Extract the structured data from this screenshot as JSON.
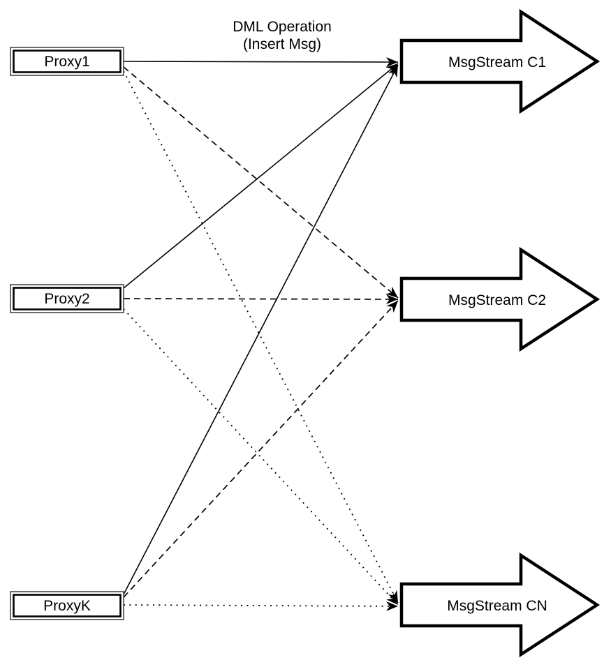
{
  "diagram": {
    "edge_label": {
      "line1": "DML Operation",
      "line2": "(Insert Msg)"
    },
    "proxies": [
      {
        "label": "Proxy1"
      },
      {
        "label": "Proxy2"
      },
      {
        "label": "ProxyK"
      }
    ],
    "streams": [
      {
        "label": "MsgStream C1"
      },
      {
        "label": "MsgStream C2"
      },
      {
        "label": "MsgStream CN"
      }
    ],
    "connections": [
      {
        "from": "Proxy1",
        "to": "MsgStream C1",
        "style": "solid"
      },
      {
        "from": "Proxy1",
        "to": "MsgStream C2",
        "style": "dashed"
      },
      {
        "from": "Proxy1",
        "to": "MsgStream CN",
        "style": "dotted"
      },
      {
        "from": "Proxy2",
        "to": "MsgStream C1",
        "style": "solid"
      },
      {
        "from": "Proxy2",
        "to": "MsgStream C2",
        "style": "dashed"
      },
      {
        "from": "Proxy2",
        "to": "MsgStream CN",
        "style": "dotted"
      },
      {
        "from": "ProxyK",
        "to": "MsgStream C1",
        "style": "solid"
      },
      {
        "from": "ProxyK",
        "to": "MsgStream C2",
        "style": "dashed"
      },
      {
        "from": "ProxyK",
        "to": "MsgStream CN",
        "style": "dotted"
      }
    ],
    "colors": {
      "stroke": "#000000",
      "fill": "#ffffff"
    }
  }
}
